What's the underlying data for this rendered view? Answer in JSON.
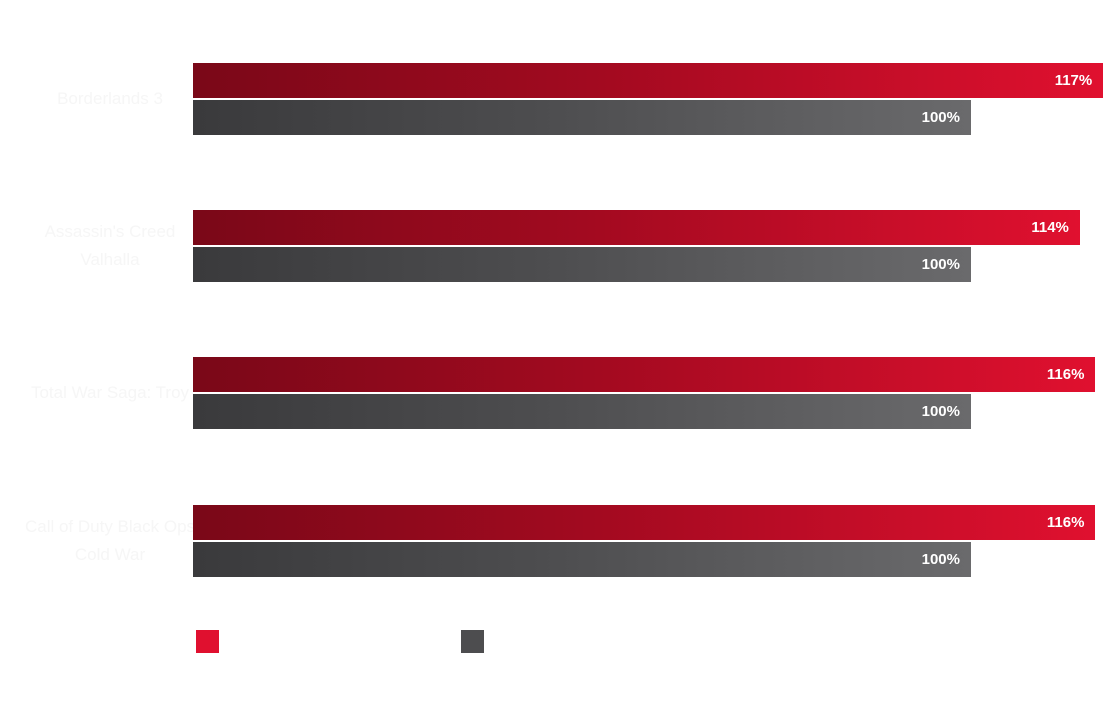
{
  "chart_data": {
    "type": "bar",
    "orientation": "horizontal",
    "categories": [
      "Borderlands 3",
      "Assassin's Creed Valhalla",
      "Total War Saga: Troy",
      "Call of Duty Black Ops Cold War"
    ],
    "series": [
      {
        "name": "",
        "color": "#e0102f",
        "values": [
          117,
          114,
          116,
          116
        ],
        "labels": [
          "117%",
          "114%",
          "116%",
          "116%"
        ]
      },
      {
        "name": "",
        "color": "#4d4d4f",
        "values": [
          100,
          100,
          100,
          100
        ],
        "labels": [
          "100%",
          "100%",
          "100%",
          "100%"
        ]
      }
    ],
    "unit": "%",
    "xlim": [
      0,
      117
    ],
    "grid": false,
    "legend": "bottom-left"
  }
}
